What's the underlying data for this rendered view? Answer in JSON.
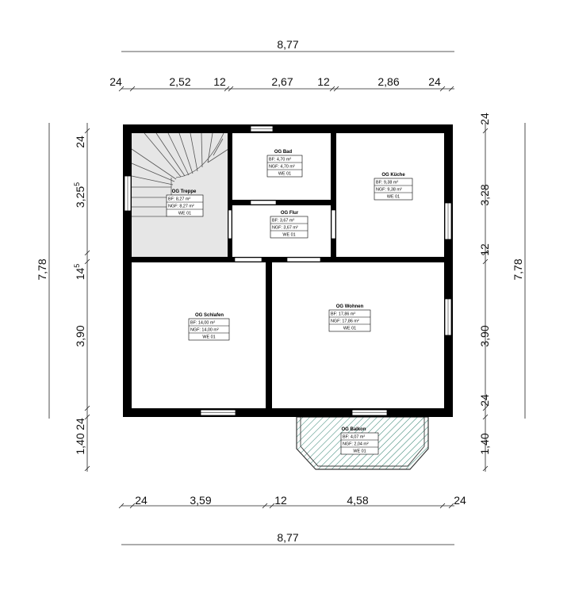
{
  "dimensions": {
    "top_total": "8,77",
    "top_wall_left": "24",
    "top_seg1": "2,52",
    "top_inner1": "12",
    "top_seg2": "2,67",
    "top_inner2": "12",
    "top_seg3": "2,86",
    "top_wall_right": "24",
    "bottom_wall_left": "24",
    "bottom_seg1": "3,59",
    "bottom_inner": "12",
    "bottom_seg2": "4,58",
    "bottom_wall_right": "24",
    "bottom_total": "8,77",
    "left_total": "7,78",
    "left_wall_top": "24",
    "left_seg1_main": "3,25",
    "left_seg1_sup": "5",
    "left_inner_main": "14",
    "left_inner_sup": "5",
    "left_seg2": "3,90",
    "left_balcony": "1,40",
    "left_wall_bottom": "24",
    "right_wall_top": "24",
    "right_seg1": "3,28",
    "right_inner": "12",
    "right_seg2": "3,90",
    "right_wall_bottom": "24",
    "right_balcony": "1,40",
    "right_total": "7,78"
  },
  "rooms": {
    "treppe": {
      "name": "OG Treppe",
      "bf": "BF:    8,27 m²",
      "ngf": "NGF: 8,27 m²",
      "we": "WE 01"
    },
    "bad": {
      "name": "OG Bad",
      "bf": "BF:    4,70 m²",
      "ngf": "NGF: 4,70 m²",
      "we": "WE 01"
    },
    "kueche": {
      "name": "OG Küche",
      "bf": "BF:    9,38 m²",
      "ngf": "NGF: 9,38 m²",
      "we": "WE 01"
    },
    "flur": {
      "name": "OG Flur",
      "bf": "BF:    3,67 m²",
      "ngf": "NGF: 3,67 m²",
      "we": "WE 01"
    },
    "schlafen": {
      "name": "OG Schlafen",
      "bf": "BF:   14,00 m²",
      "ngf": "NGF: 14,00 m²",
      "we": "WE 01"
    },
    "wohnen": {
      "name": "OG Wohnen",
      "bf": "BF:   17,86 m²",
      "ngf": "NGF: 17,86 m²",
      "we": "WE 01"
    },
    "balkon": {
      "name": "OG Balkon",
      "bf": "BF:    4,07 m²",
      "ngf": "NGF: 2,04 m²",
      "we": "WE 01"
    }
  },
  "colors": {
    "wall": "#000000",
    "stair_fill": "#e6e6e6",
    "balcony_hatch": "#3f8a7a"
  }
}
